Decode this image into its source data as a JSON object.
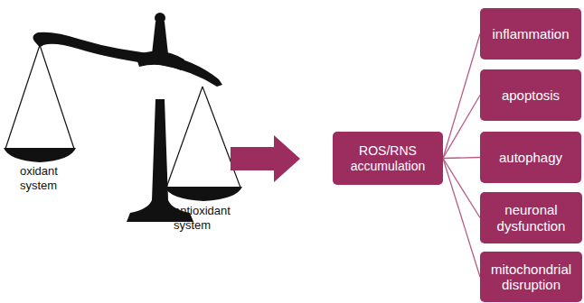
{
  "diagram": {
    "nodes": [
      {
        "text": [
          "ROS/RNS accumulation"
        ]
      },
      {
        "text": [
          "inflammation"
        ]
      },
      {
        "text": [
          "apoptosis"
        ]
      },
      {
        "text": [
          "autophagy"
        ]
      },
      {
        "text": [
          "neuronal dysfunction"
        ]
      },
      {
        "text": [
          "mitochondrial disruption"
        ]
      }
    ],
    "edges": [
      {
        "from": 0,
        "to": 1,
        "arrow": "none"
      },
      {
        "from": 0,
        "to": 2,
        "arrow": "none"
      },
      {
        "from": 0,
        "to": 3,
        "arrow": "none"
      },
      {
        "from": 0,
        "to": 4,
        "arrow": "none"
      },
      {
        "from": 0,
        "to": 5,
        "arrow": "none"
      }
    ],
    "labels": [
      "oxidant system",
      "antioxidant system"
    ]
  }
}
